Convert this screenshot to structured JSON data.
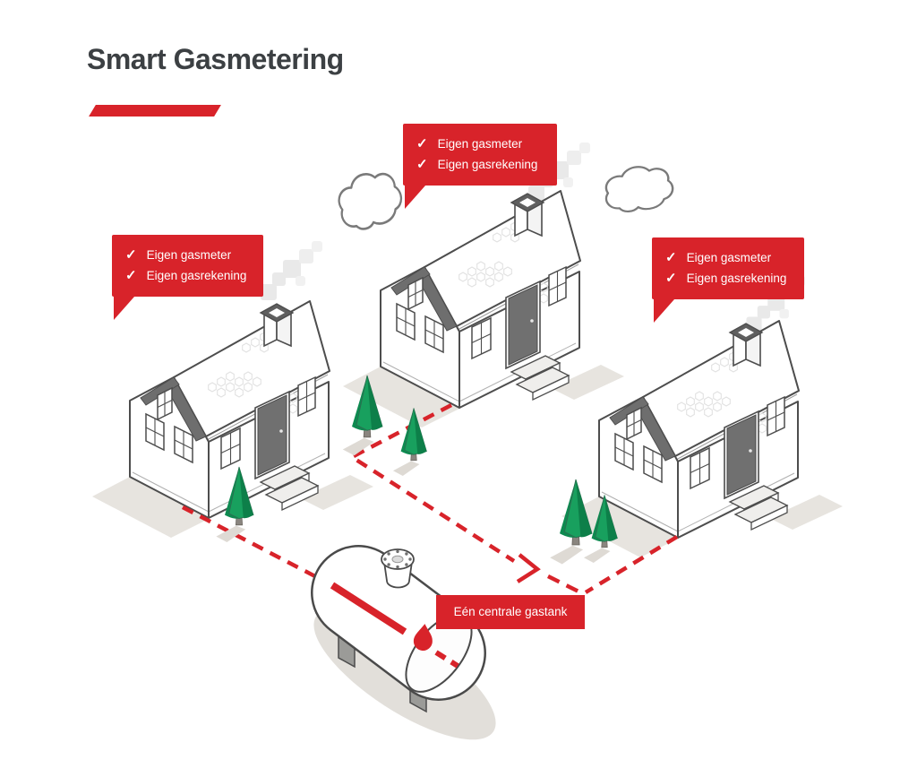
{
  "title": "Smart Gasmetering",
  "icons": {
    "check": "✓",
    "flame": "flame-icon"
  },
  "callouts": [
    {
      "target": "house-left",
      "items": [
        "Eigen gasmeter",
        "Eigen gasrekening"
      ]
    },
    {
      "target": "house-middle",
      "items": [
        "Eigen gasmeter",
        "Eigen gasrekening"
      ]
    },
    {
      "target": "house-right",
      "items": [
        "Eigen gasmeter",
        "Eigen gasrekening"
      ]
    }
  ],
  "tank_label": "Eén centrale gastank",
  "colors": {
    "accent_red": "#d8232a",
    "title_ink": "#3c4043",
    "outline_gray": "#4d4d4d",
    "tree_green": "#18a05e",
    "tree_green_dark": "#0d7f49",
    "shadow_gray": "#e7e4df",
    "smoke_gray": "#e9e9e9"
  }
}
